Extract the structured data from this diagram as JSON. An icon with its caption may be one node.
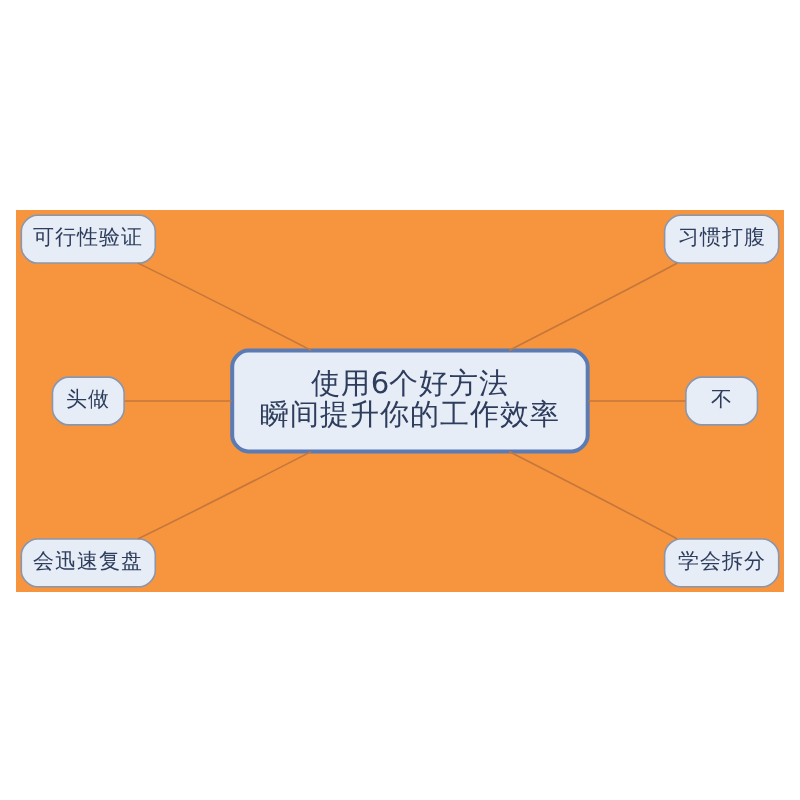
{
  "diagram": {
    "nodes": [
      {
        "text": [
          "使用6个好方法瞬间提升你的工作效率"
        ]
      },
      {
        "text": [
          "可行性验证"
        ]
      },
      {
        "text": [
          "头做"
        ]
      },
      {
        "text": [
          "会迅速复盘"
        ]
      },
      {
        "text": [
          "习惯打腹"
        ]
      },
      {
        "text": [
          "不"
        ]
      },
      {
        "text": [
          "学会拆分"
        ]
      }
    ],
    "edges": [
      {
        "from": 0,
        "to": 1,
        "arrow": "none"
      },
      {
        "from": 0,
        "to": 2,
        "arrow": "none"
      },
      {
        "from": 0,
        "to": 3,
        "arrow": "none"
      },
      {
        "from": 0,
        "to": 4,
        "arrow": "none"
      },
      {
        "from": 0,
        "to": 5,
        "arrow": "none"
      },
      {
        "from": 0,
        "to": 6,
        "arrow": "none"
      }
    ]
  }
}
